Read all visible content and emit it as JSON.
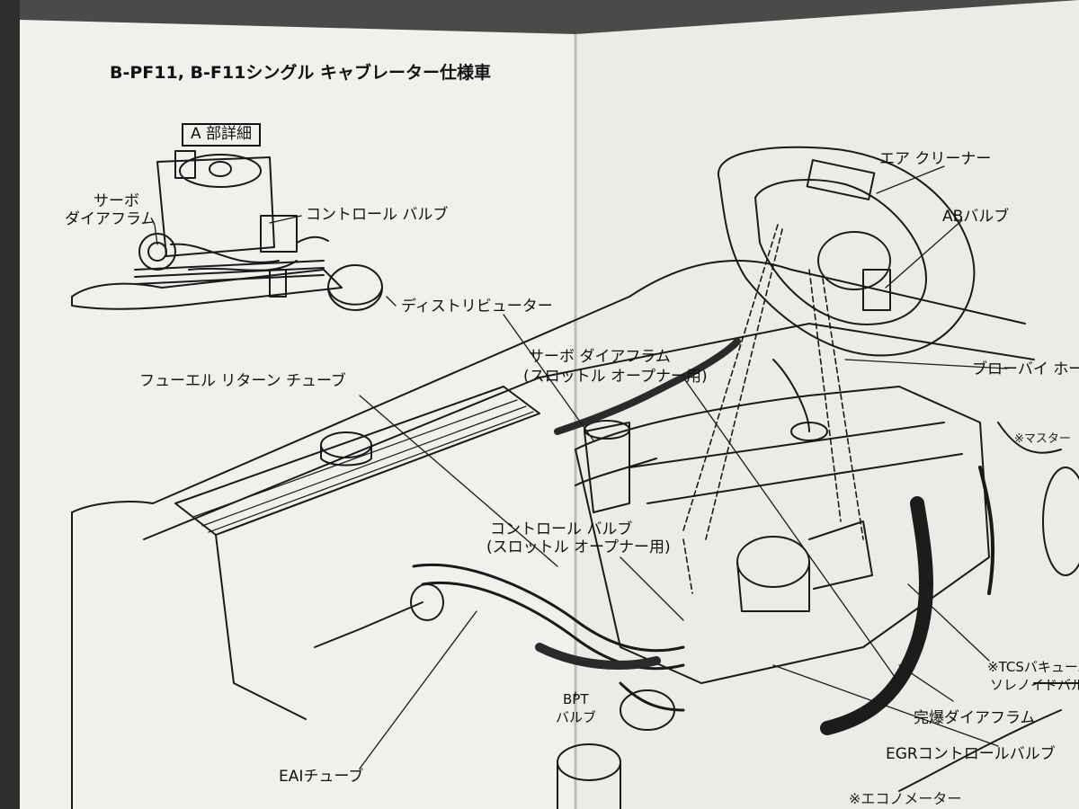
{
  "page": {
    "title": "B-PF11, B-F11シングル キャブレーター仕様車",
    "detail_box": "A 部詳細"
  },
  "labels": {
    "servo_line1": "サーボ",
    "servo_line2": "ダイアフラム",
    "control_valve_top": "コントロール バルブ",
    "distributor": "ディストリビューター",
    "servo_diaphragm": "サーボ ダイアフラム",
    "throttle_opener_1": "(スロットル オープナー用)",
    "fuel_return": "フューエル リターン チューブ",
    "control_valve_mid": "コントロール バルブ",
    "throttle_opener_2": "(スロットル オープナー用)",
    "air_cleaner": "エア クリーナー",
    "ab_valve": "ABバルブ",
    "blowby": "ブローバイ ホース",
    "tcs_line1": "※TCSバキューム",
    "tcs_line2": "ソレノイドバルブ",
    "kanbaku": "完爆ダイアフラム",
    "egr_control": "EGRコントロールバルブ",
    "bpt_line1": "BPT",
    "bpt_line2": "バルブ",
    "eai_tube": "EAIチューブ",
    "econo_meter": "※エコノメーター",
    "master_cut": "※マスター"
  },
  "colors": {
    "paper": "#f1f0ec",
    "ink": "#1a1a1a",
    "background": "#4a4a48"
  }
}
